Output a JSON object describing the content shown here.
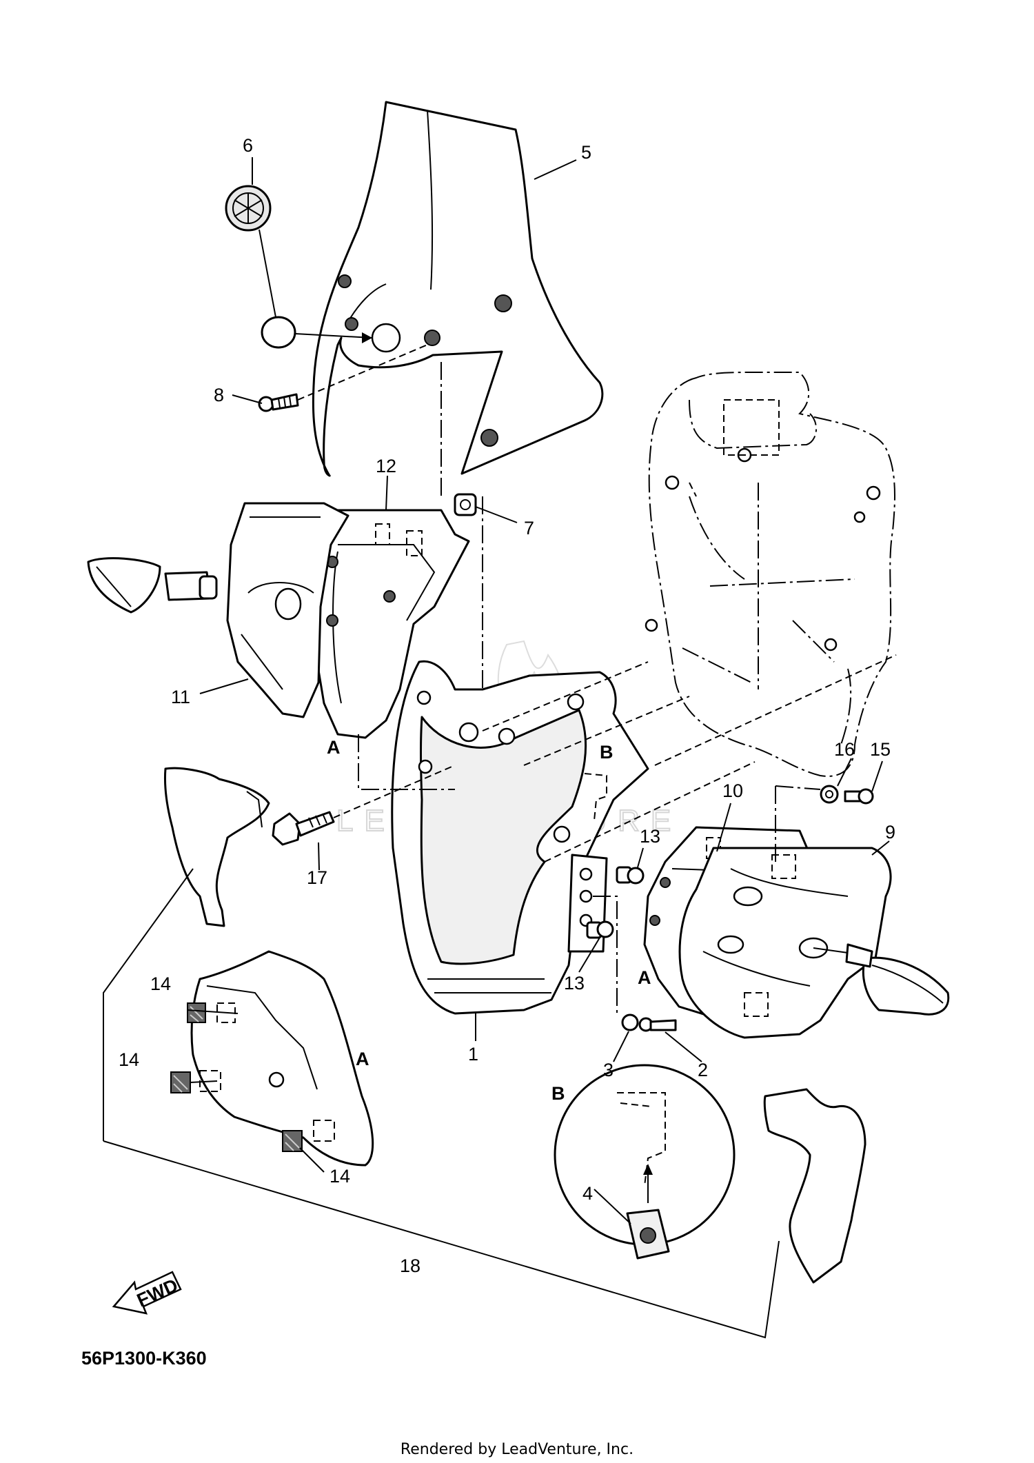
{
  "diagram": {
    "code": "56P1300-K360",
    "credit": "Rendered by LeadVenture, Inc.",
    "watermark": "LEADVENTURE",
    "direction_label": "FWD",
    "detail_letters": {
      "a": "A",
      "b": "B"
    },
    "callouts": [
      "1",
      "2",
      "3",
      "4",
      "5",
      "6",
      "7",
      "8",
      "9",
      "10",
      "11",
      "12",
      "13",
      "14",
      "15",
      "16",
      "17",
      "18"
    ]
  }
}
